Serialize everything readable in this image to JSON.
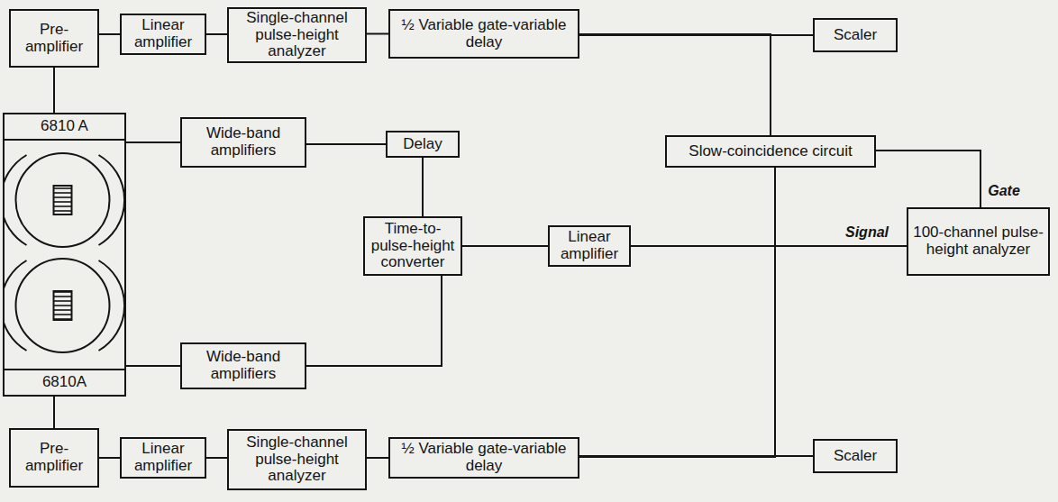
{
  "diagram": {
    "nodes": [
      {
        "text": [
          "Pre-amplifier"
        ]
      },
      {
        "text": [
          "Linear amplifier"
        ]
      },
      {
        "text": [
          "Single-channel pulse-height analyzer"
        ]
      },
      {
        "text": [
          "½ Variable gate-variable delay"
        ]
      },
      {
        "text": [
          "Scaler"
        ]
      },
      {
        "text": [
          "6810 A",
          "6810A"
        ]
      },
      {
        "text": [
          "Wide-band amplifiers"
        ]
      },
      {
        "text": [
          "Delay"
        ]
      },
      {
        "text": [
          "Slow-coincidence circuit"
        ]
      },
      {
        "text": [
          "Time-to-pulse-height converter"
        ]
      },
      {
        "text": [
          "Linear amplifier"
        ]
      },
      {
        "text": [
          "100-channel pulse-height analyzer"
        ]
      },
      {
        "text": [
          "Wide-band amplifiers"
        ]
      },
      {
        "text": [
          "Pre-amplifier"
        ]
      },
      {
        "text": [
          "Linear amplifier"
        ]
      },
      {
        "text": [
          "Single-channel pulse-height analyzer"
        ]
      },
      {
        "text": [
          "½ Variable gate-variable delay"
        ]
      },
      {
        "text": [
          "Scaler"
        ]
      }
    ],
    "edges": [
      {
        "from": 0,
        "to": 1,
        "arrow": "none"
      },
      {
        "from": 1,
        "to": 2,
        "arrow": "none"
      },
      {
        "from": 2,
        "to": 3,
        "arrow": "none"
      },
      {
        "from": 3,
        "to": 4,
        "arrow": "none"
      },
      {
        "from": 3,
        "to": 8,
        "arrow": "none"
      },
      {
        "from": 0,
        "to": 5,
        "arrow": "none"
      },
      {
        "from": 5,
        "to": 6,
        "arrow": "none"
      },
      {
        "from": 6,
        "to": 7,
        "arrow": "none"
      },
      {
        "from": 7,
        "to": 9,
        "arrow": "none"
      },
      {
        "from": 5,
        "to": 12,
        "arrow": "none"
      },
      {
        "from": 12,
        "to": 9,
        "arrow": "none"
      },
      {
        "from": 9,
        "to": 10,
        "arrow": "none"
      },
      {
        "from": 10,
        "to": 11,
        "label": "Signal",
        "arrow": "none"
      },
      {
        "from": 8,
        "to": 11,
        "label": "Gate",
        "arrow": "none"
      },
      {
        "from": 13,
        "to": 5,
        "arrow": "none"
      },
      {
        "from": 13,
        "to": 14,
        "arrow": "none"
      },
      {
        "from": 14,
        "to": 15,
        "arrow": "none"
      },
      {
        "from": 15,
        "to": 16,
        "arrow": "none"
      },
      {
        "from": 16,
        "to": 17,
        "arrow": "none"
      },
      {
        "from": 16,
        "to": 8,
        "arrow": "none"
      }
    ]
  }
}
